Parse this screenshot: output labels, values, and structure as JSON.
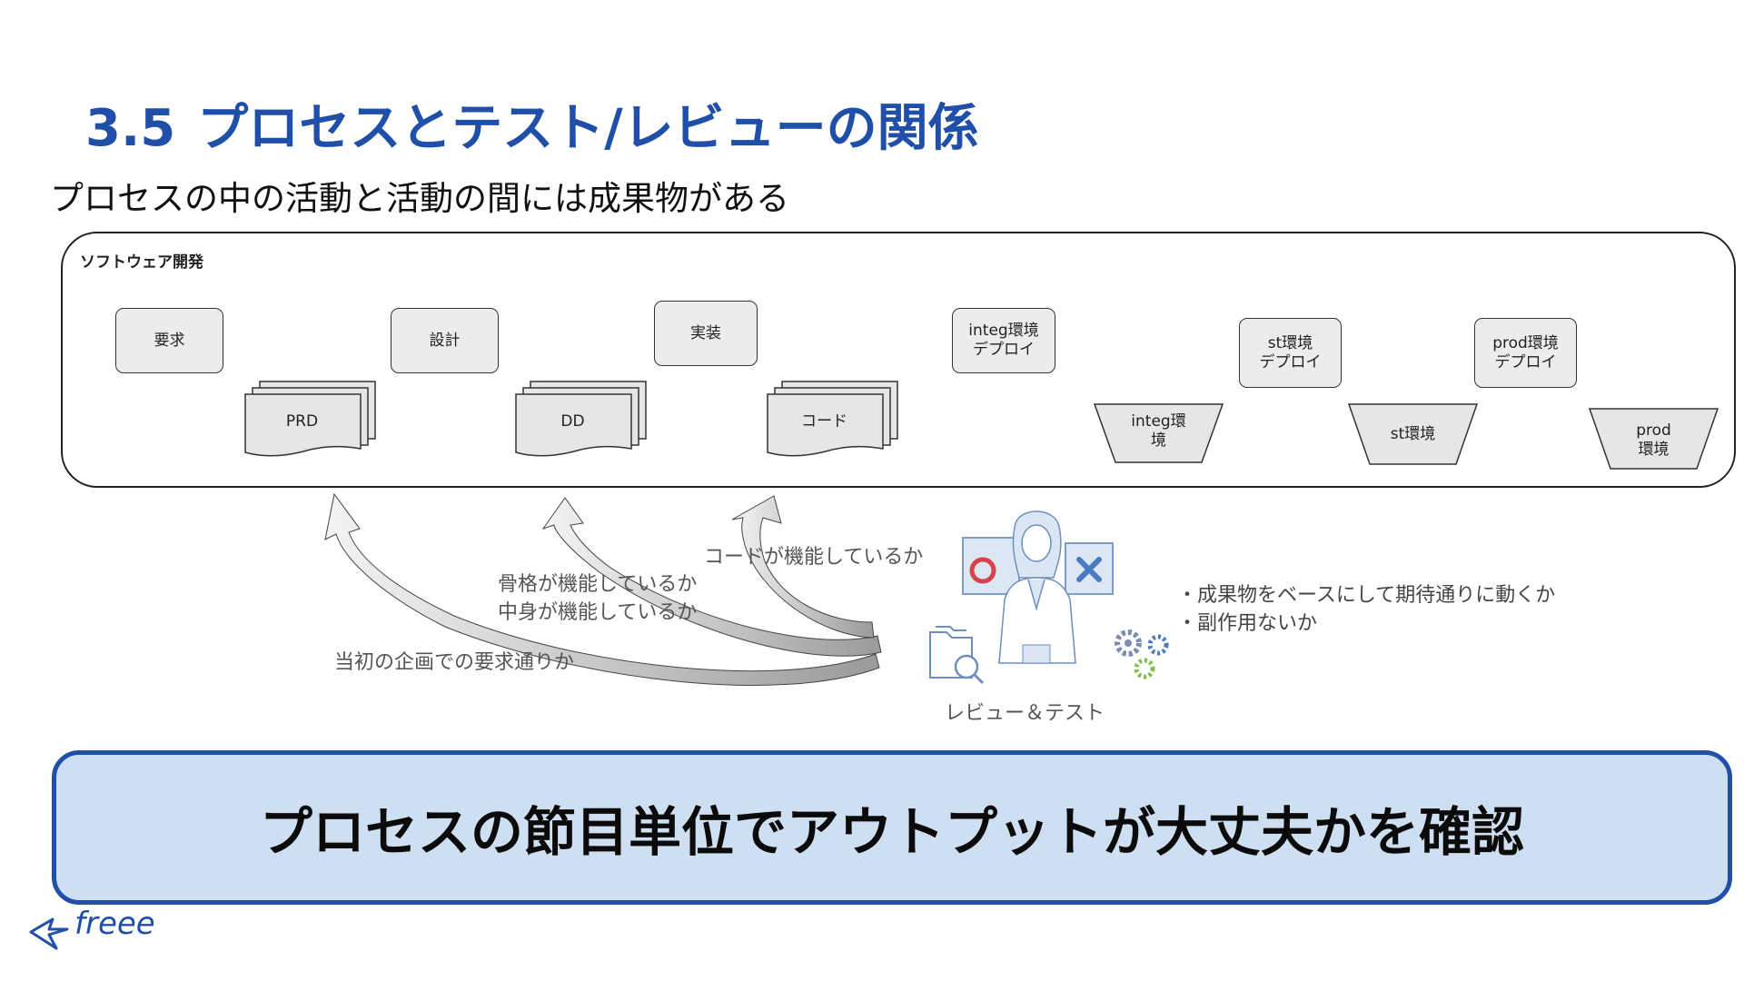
{
  "title": {
    "number": "3.5",
    "text": "プロセスとテスト/レビューの関係"
  },
  "subtitle": "プロセスの中の活動と活動の間には成果物がある",
  "group_label": "ソフトウェア開発",
  "activities": {
    "requirements": "要求",
    "design": "設計",
    "implementation": "実装",
    "integ_deploy": "integ環境\nデプロイ",
    "st_deploy": "st環境\nデプロイ",
    "prod_deploy": "prod環境\nデプロイ"
  },
  "artifacts": {
    "prd": "PRD",
    "dd": "DD",
    "code": "コード"
  },
  "environments": {
    "integ": "integ環\n境",
    "st": "st環境",
    "prod": "prod\n環境"
  },
  "checks": {
    "plan": "当初の企画での要求通りか",
    "skeleton": "骨格が機能しているか\n中身が機能しているか",
    "code": "コードが機能しているか"
  },
  "review_label": "レビュー＆テスト",
  "review_points": "・成果物をベースにして期待通りに動くか\n・副作用ないか",
  "banner": "プロセスの節目単位でアウトプットが大丈夫かを確認",
  "logo_text": "freee",
  "colors": {
    "accent": "#1f4fa8",
    "banner_bg": "#cfdff2",
    "box_bg": "#ececec"
  },
  "icons": [
    "circle-mark-icon",
    "cross-mark-icon",
    "reviewer-person-icon",
    "folder-search-icon",
    "gears-icon",
    "curved-arrow-icon"
  ]
}
